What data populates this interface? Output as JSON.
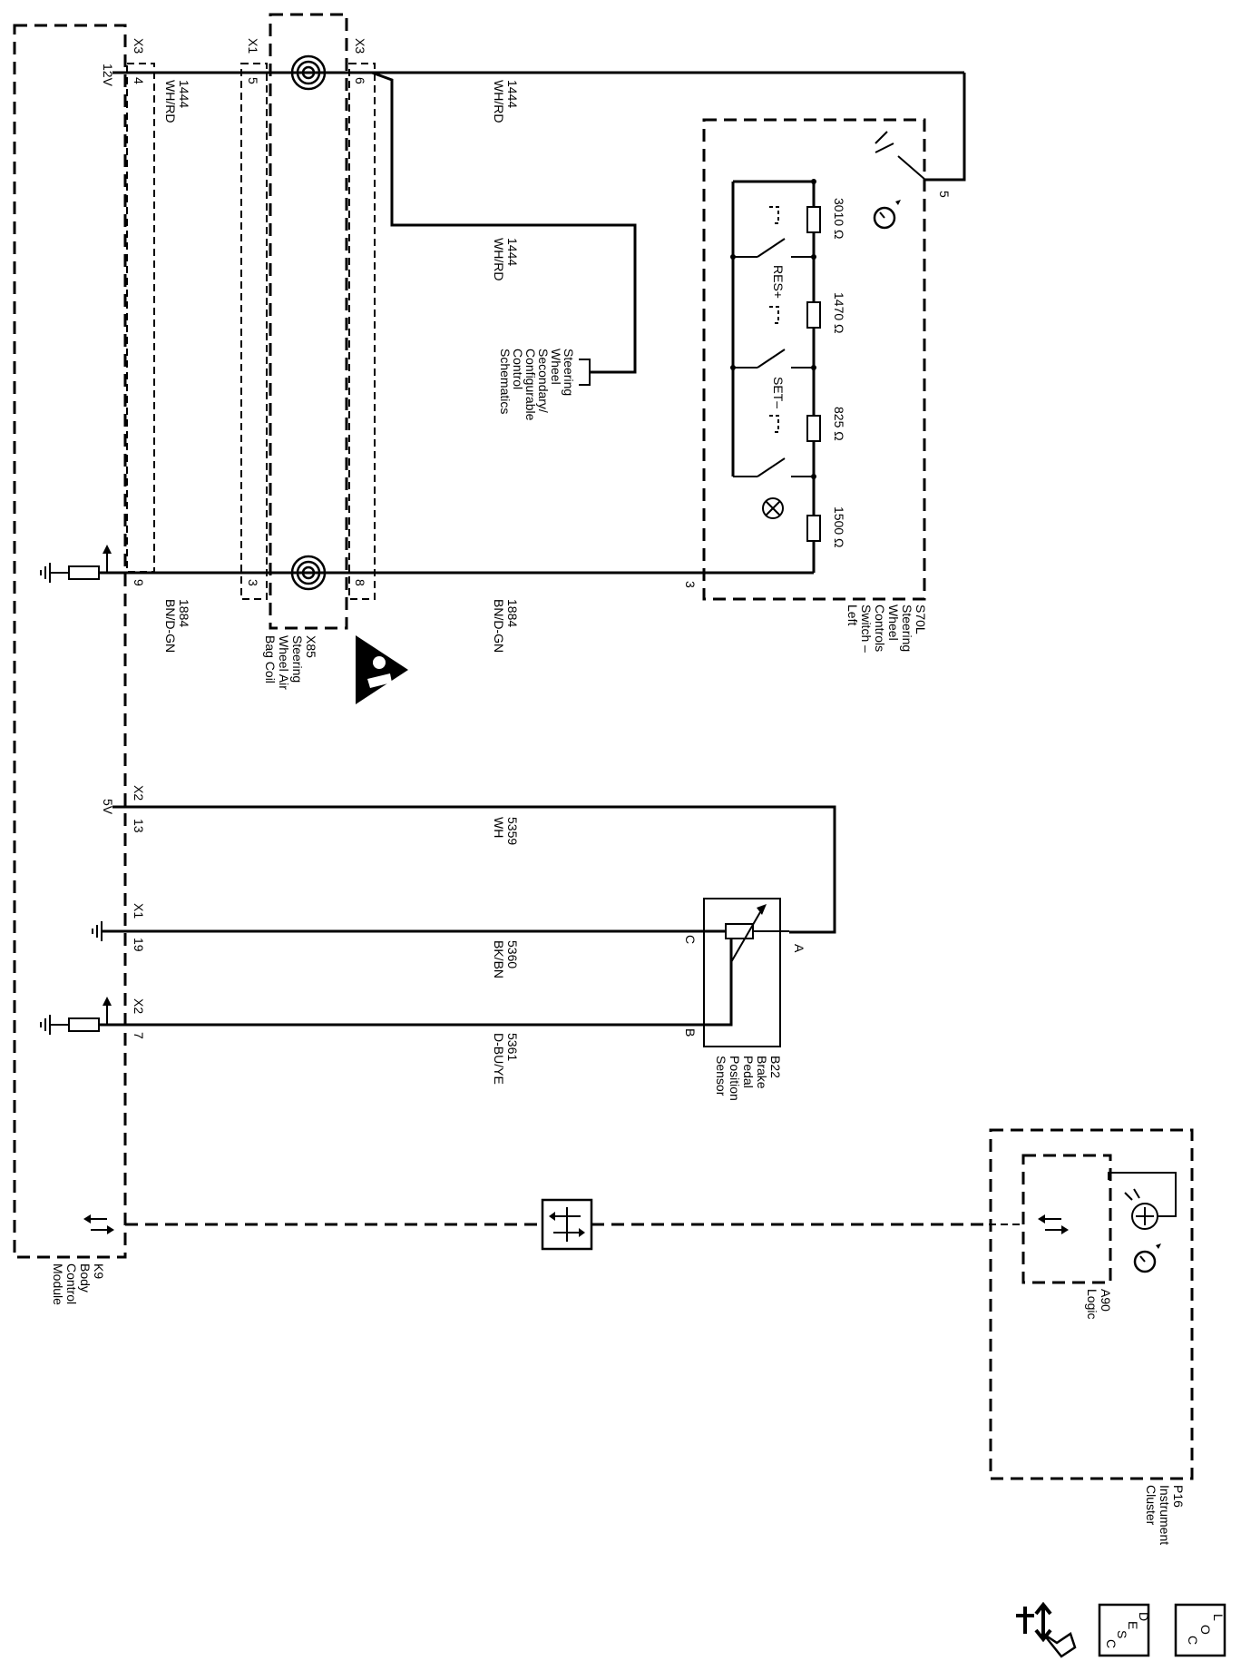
{
  "bcm": {
    "name": "K9",
    "line1": "Body",
    "line2": "Control",
    "line3": "Module",
    "conn_x3": "X3",
    "conn_x2": "X2",
    "conn_x1": "X1",
    "pin_4": "4",
    "pin_9": "9",
    "pin_13": "13",
    "pin_19": "19",
    "pin_7": "7",
    "volt_12": "12V",
    "volt_5": "5V"
  },
  "coil": {
    "name": "X85",
    "line1": "Steering",
    "line2": "Wheel Air",
    "line3": "Bag Coil",
    "conn_x1": "X1",
    "conn_x3": "X3",
    "pin_5": "5",
    "pin_3": "3",
    "pin_6": "6",
    "pin_8": "8"
  },
  "wires": {
    "w1444_num": "1444",
    "w1444_color": "WH/RD",
    "w1884_num": "1884",
    "w1884_color": "BN/D-GN",
    "w5359_num": "5359",
    "w5359_color": "WH",
    "w5360_num": "5360",
    "w5360_color": "BK/BN",
    "w5361_num": "5361",
    "w5361_color": "D-BU/YE"
  },
  "steering_ref": {
    "line1": "Steering",
    "line2": "Wheel",
    "line3": "Secondary/",
    "line4": "Configurable",
    "line5": "Control",
    "line6": "Schematics"
  },
  "switch": {
    "name": "S70L",
    "line1": "Steering",
    "line2": "Wheel",
    "line3": "Controls",
    "line4": "Switch –",
    "line5": "Left",
    "pin_5": "5",
    "pin_3": "3",
    "r1": "3010 Ω",
    "r2": "1470 Ω",
    "r3": "825 Ω",
    "r4": "1500 Ω",
    "res_label": "RES+",
    "set_label": "SET–"
  },
  "brake": {
    "name": "B22",
    "line1": "Brake",
    "line2": "Pedal",
    "line3": "Position",
    "line4": "Sensor",
    "pin_a": "A",
    "pin_b": "B",
    "pin_c": "C"
  },
  "cluster": {
    "name": "P16",
    "line1": "Instrument",
    "line2": "Cluster",
    "logic_name": "A90",
    "logic_label": "Logic"
  },
  "footer": {
    "desc_d": "D",
    "desc_e": "E",
    "desc_s": "S",
    "desc_c": "C",
    "loc_l": "L",
    "loc_o": "O",
    "loc_c": "C"
  }
}
